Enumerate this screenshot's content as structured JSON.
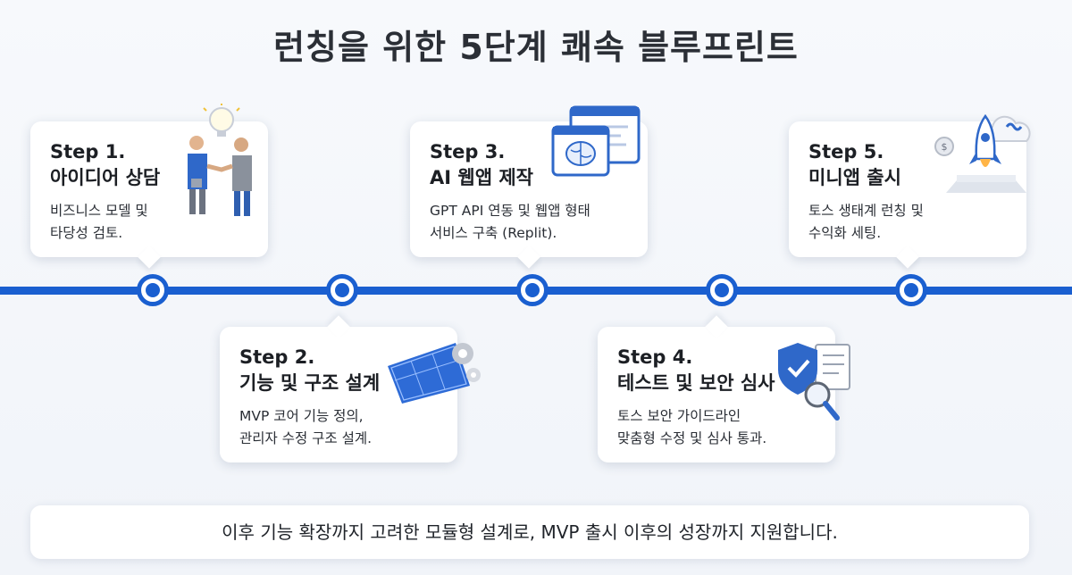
{
  "title": "런칭을 위한 5단계 쾌속 블루프린트",
  "steps": [
    {
      "step": "Step 1.",
      "name": "아이디어 상담",
      "desc1": "비즈니스 모델 및",
      "desc2": "타당성 검토.",
      "icon": "handshake-lightbulb-icon"
    },
    {
      "step": "Step 2.",
      "name": "기능 및 구조 설계",
      "desc1": "MVP 코어 기능 정의,",
      "desc2": "관리자 수정 구조 설계.",
      "icon": "blueprint-gears-icon"
    },
    {
      "step": "Step 3.",
      "name": "AI 웹앱 제작",
      "desc1": "GPT API 연동 및 웹앱 형태",
      "desc2": "서비스 구축 (Replit).",
      "icon": "ai-brain-code-window-icon"
    },
    {
      "step": "Step 4.",
      "name": "테스트 및 보안 심사",
      "desc1": "토스 보안 가이드라인",
      "desc2": "맞춤형 수정 및 심사 통과.",
      "icon": "shield-checklist-magnifier-icon"
    },
    {
      "step": "Step 5.",
      "name": "미니앱 출시",
      "desc1": "토스 생태계 런칭 및",
      "desc2": "수익화 세팅.",
      "icon": "rocket-cloud-coin-icon"
    }
  ],
  "footer": "이후 기능 확장까지 고려한 모듈형 설계로, MVP 출시 이후의 성장까지 지원합니다.",
  "colors": {
    "accent": "#1a5fd0",
    "background": "#f4f6fa",
    "card": "#ffffff"
  }
}
